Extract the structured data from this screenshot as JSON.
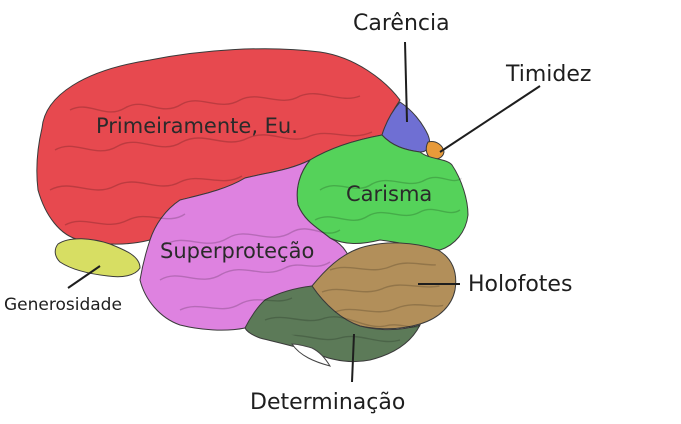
{
  "labels": {
    "frontal": "Primeiramente, Eu.",
    "parietal_small": "Carência",
    "occipital_tip": "Timidez",
    "occipital": "Carisma",
    "temporal": "Superproteção",
    "cerebellum": "Holofotes",
    "brainstem": "Determinação",
    "olfactory": "Generosidade"
  },
  "colors": {
    "frontal": "#e7494f",
    "parietal_small": "#6f6fd3",
    "occipital_tip": "#e79a3a",
    "occipital": "#55d25a",
    "temporal": "#de82e0",
    "cerebellum": "#b28f5a",
    "brainstem": "#5c7a58",
    "olfactory": "#d7de63"
  }
}
